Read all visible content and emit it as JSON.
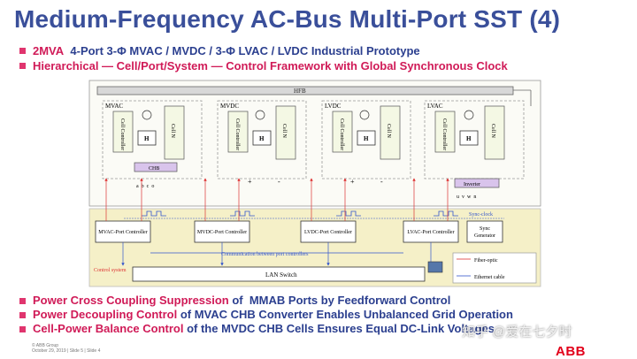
{
  "title": "Medium-Frequency AC-Bus Multi-Port SST (4)",
  "top_bullets": [
    {
      "red": "2MVA",
      "blue": "  4-Port 3-Φ MVAC / MVDC / 3-Φ LVAC / LVDC Industrial Prototype"
    },
    {
      "red": "Hierarchical  — Cell/Port/System —  Control Framework with Global Synchronous Clock",
      "blue": ""
    }
  ],
  "diagram": {
    "hfb": "HFB",
    "ports": [
      {
        "name": "MVAC",
        "cell_controller": "Cell Controller",
        "h": "H",
        "cell_n": "Cell N",
        "extra": "CHB",
        "terminals": "a  b  c  o"
      },
      {
        "name": "MVDC",
        "cell_controller": "Cell Controller",
        "h": "H",
        "cell_n": "Cell N",
        "plus": "+",
        "minus": "-"
      },
      {
        "name": "LVDC",
        "cell_controller": "Cell Controller",
        "h": "H",
        "cell_n": "Cell N",
        "plus": "+",
        "minus": "-"
      },
      {
        "name": "LVAC",
        "cell_controller": "Cell Controller",
        "h": "H",
        "cell_n": "Cell N",
        "extra": "Inverter",
        "terminals": "u  v  w  n"
      }
    ],
    "controllers": [
      "MVAC-Port Controller",
      "MVDC-Port Controller",
      "LVDC-Port Controller",
      "LVAC-Port Controller"
    ],
    "sync_generator": "Sync Generator",
    "sync_clock": "Sync-clock",
    "comm": "Communication between port controllers",
    "control_system": "Control system",
    "lan": "LAN Switch",
    "fiber": "Fiber-optic",
    "ethernet": "Ethernet cable"
  },
  "bottom_bullets": [
    {
      "red": "Power Cross Coupling Suppression",
      "blue": " of  MMAB Ports by Feedforward Control"
    },
    {
      "red": "Power Decoupling Control",
      "blue": " of MVAC CHB Converter Enables Unbalanced Grid Operation"
    },
    {
      "red": "Cell-Power Balance Control",
      "blue": " of the MVDC CHB Cells Ensures Equal DC-Link Voltages"
    }
  ],
  "footer": {
    "line1": "© ABB Group",
    "line2": "October 29, 2019 | Slide 5  |  Slide 4"
  },
  "watermark": "知乎 @爱在七夕时",
  "logo": "ABB"
}
